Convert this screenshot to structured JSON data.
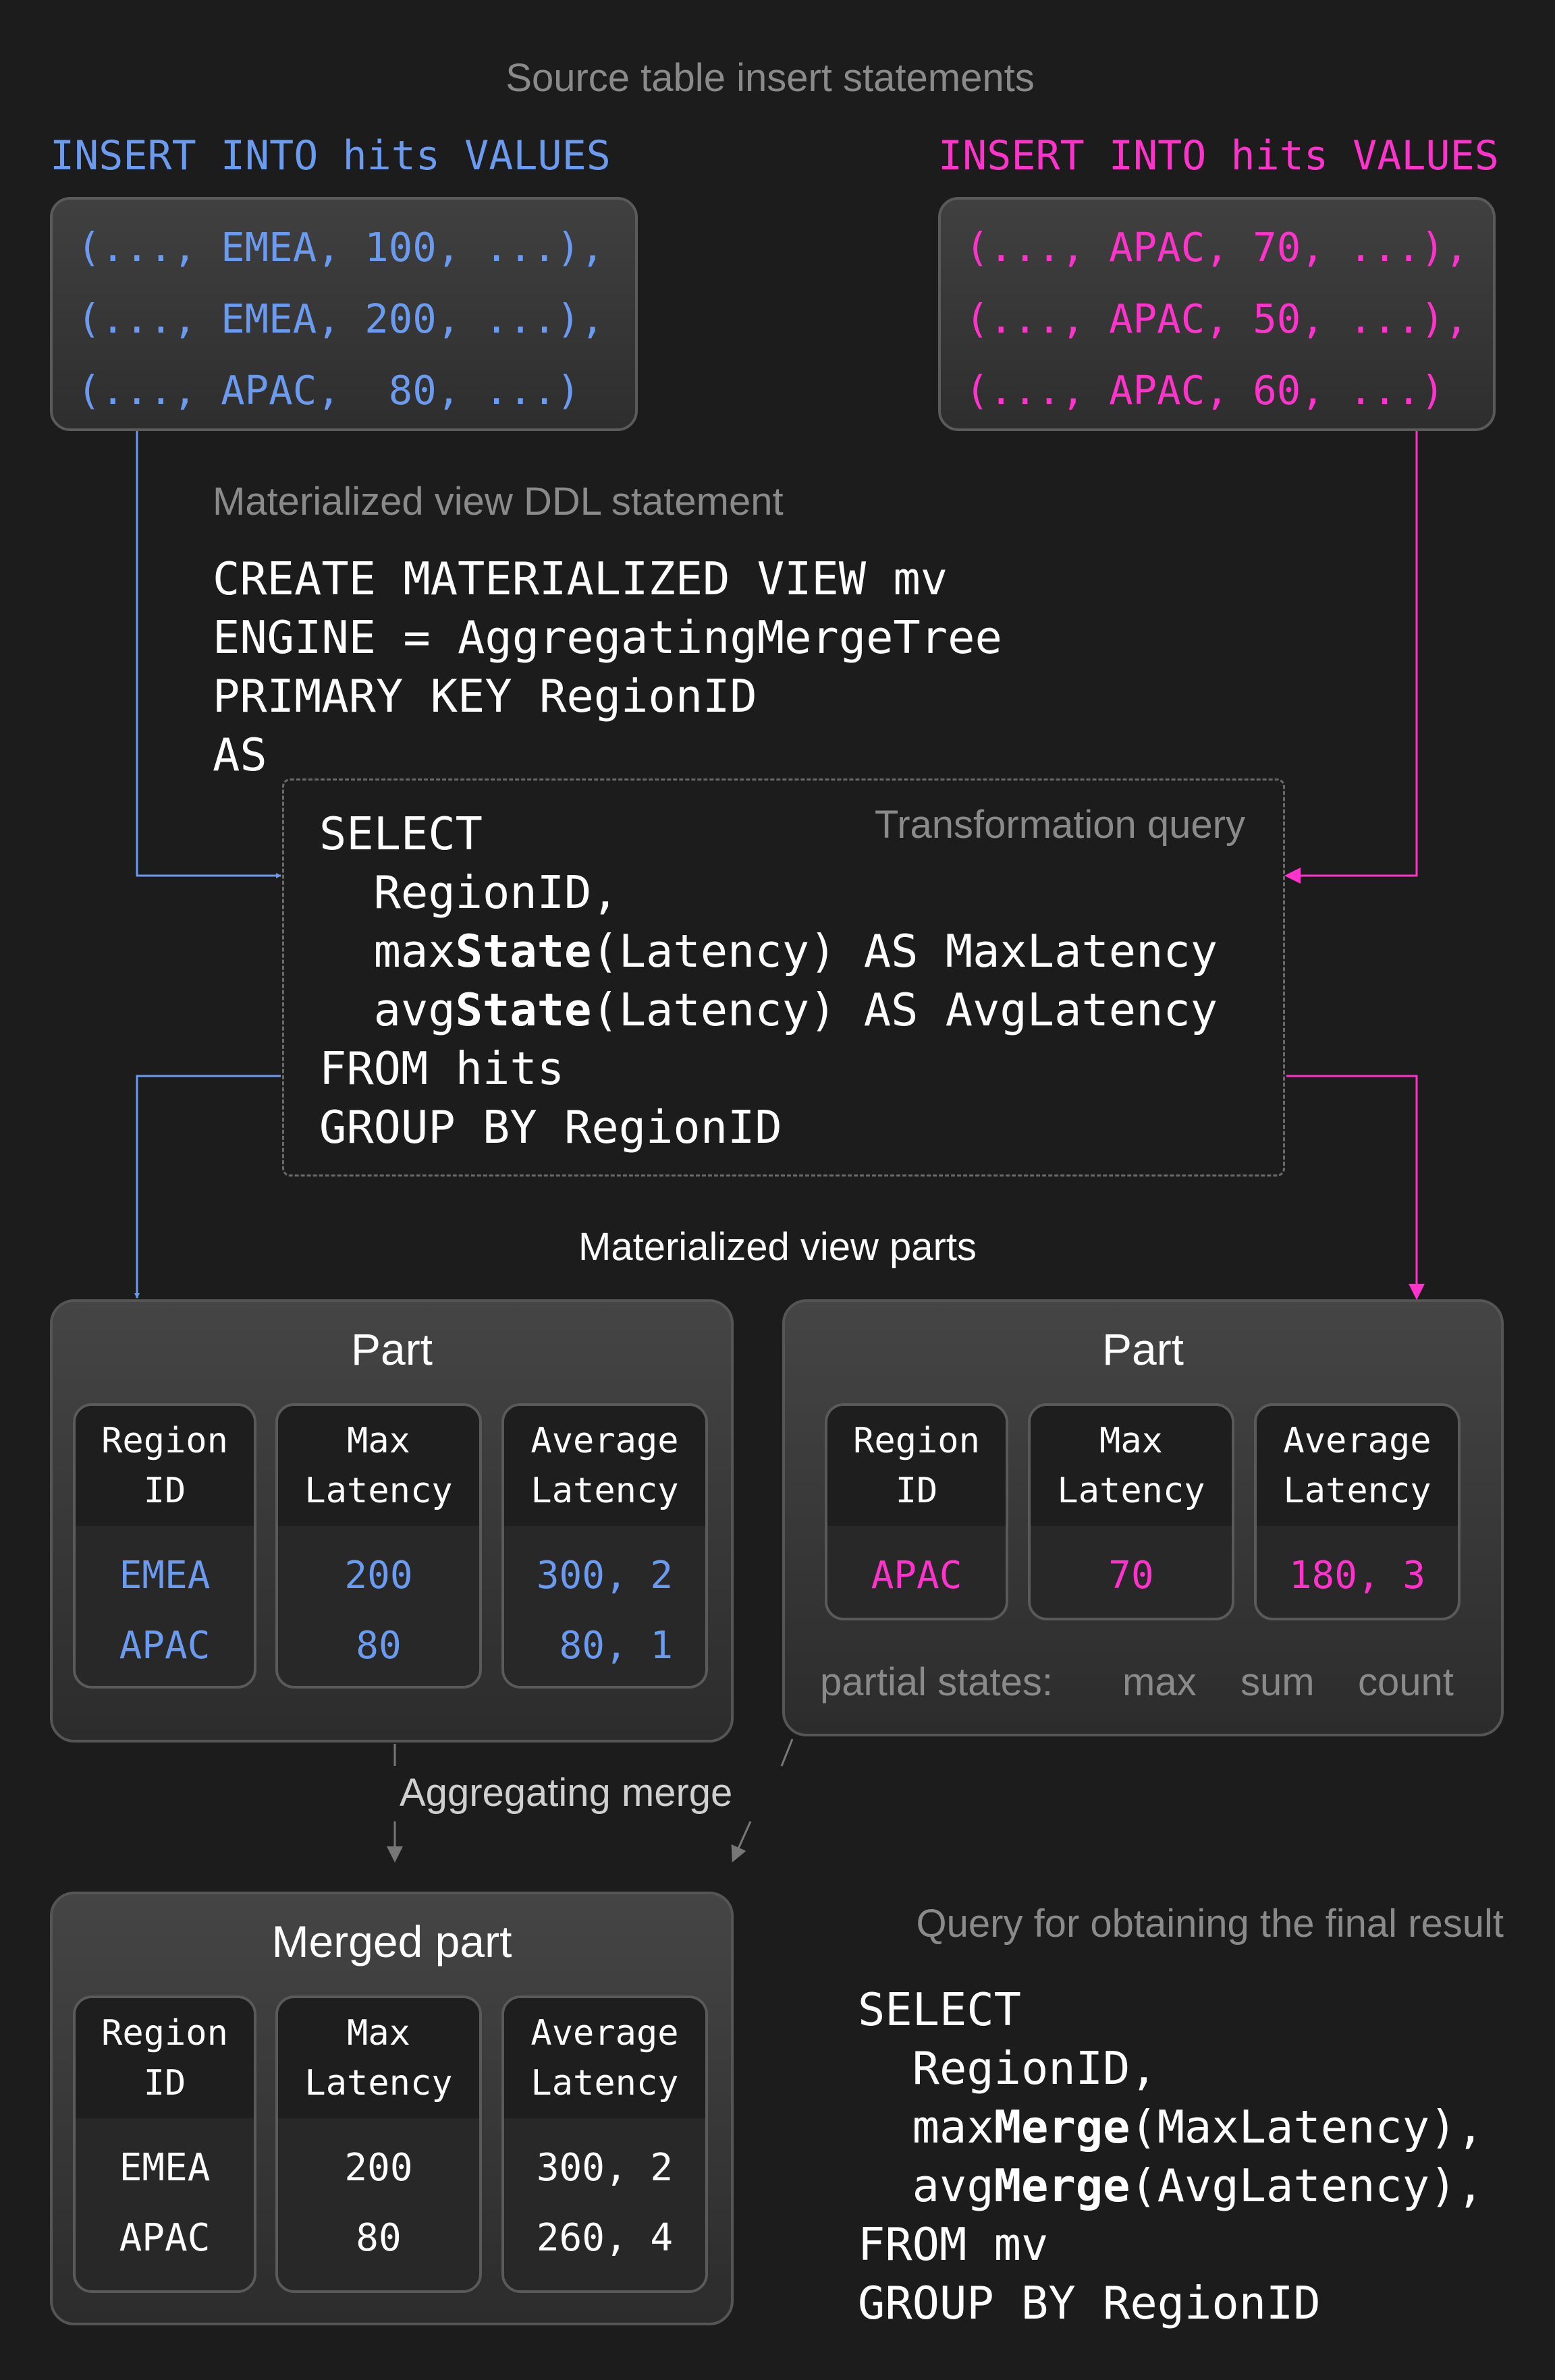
{
  "colors": {
    "blue": "#6b9bf0",
    "pink": "#ff33cc",
    "gray": "#8a8a8a",
    "background": "#1c1c1c"
  },
  "source_caption": "Source table insert statements",
  "insert_left": {
    "label": "INSERT INTO hits VALUES",
    "rows": [
      "(..., EMEA, 100, ...),",
      "(..., EMEA, 200, ...),",
      "(..., APAC,  80, ...)"
    ]
  },
  "insert_right": {
    "label": "INSERT INTO hits VALUES",
    "rows": [
      "(..., APAC, 70, ...),",
      "(..., APAC, 50, ...),",
      "(..., APAC, 60, ...)"
    ]
  },
  "ddl_caption": "Materialized view DDL statement",
  "ddl_lines": [
    "CREATE MATERIALIZED VIEW mv",
    "ENGINE = AggregatingMergeTree",
    "PRIMARY KEY RegionID",
    "AS"
  ],
  "transform": {
    "caption": "Transformation query",
    "lines": [
      [
        {
          "t": "SELECT"
        }
      ],
      [
        {
          "t": "  RegionID,"
        }
      ],
      [
        {
          "t": "  max"
        },
        {
          "t": "State",
          "b": true
        },
        {
          "t": "(Latency) AS MaxLatency"
        }
      ],
      [
        {
          "t": "  avg"
        },
        {
          "t": "State",
          "b": true
        },
        {
          "t": "(Latency) AS AvgLatency"
        }
      ],
      [
        {
          "t": "FROM hits"
        }
      ],
      [
        {
          "t": "GROUP BY RegionID"
        }
      ]
    ]
  },
  "parts_caption": "Materialized view parts",
  "headers": [
    [
      "Region",
      "ID"
    ],
    [
      "Max",
      "Latency"
    ],
    [
      "Average",
      "Latency"
    ]
  ],
  "part_left": {
    "title": "Part",
    "rows": [
      [
        "EMEA",
        "200",
        "300, 2"
      ],
      [
        "APAC",
        "80",
        " 80, 1"
      ]
    ]
  },
  "part_right": {
    "title": "Part",
    "rows": [
      [
        "APAC",
        "70",
        "180, 3"
      ]
    ],
    "partial_states": {
      "label": "partial states:",
      "max": "max",
      "sum": "sum",
      "count": "count"
    }
  },
  "merge_caption": "Aggregating merge",
  "merged_part": {
    "title": "Merged part",
    "rows": [
      [
        "EMEA",
        "200",
        "300, 2"
      ],
      [
        "APAC",
        "80",
        "260, 4"
      ]
    ]
  },
  "final_caption": "Query for obtaining the final result",
  "final_query": [
    [
      {
        "t": "SELECT"
      }
    ],
    [
      {
        "t": "  RegionID,"
      }
    ],
    [
      {
        "t": "  max"
      },
      {
        "t": "Merge",
        "b": true
      },
      {
        "t": "(MaxLatency),"
      }
    ],
    [
      {
        "t": "  avg"
      },
      {
        "t": "Merge",
        "b": true
      },
      {
        "t": "(AvgLatency),"
      }
    ],
    [
      {
        "t": "FROM mv"
      }
    ],
    [
      {
        "t": "GROUP BY RegionID"
      }
    ]
  ]
}
